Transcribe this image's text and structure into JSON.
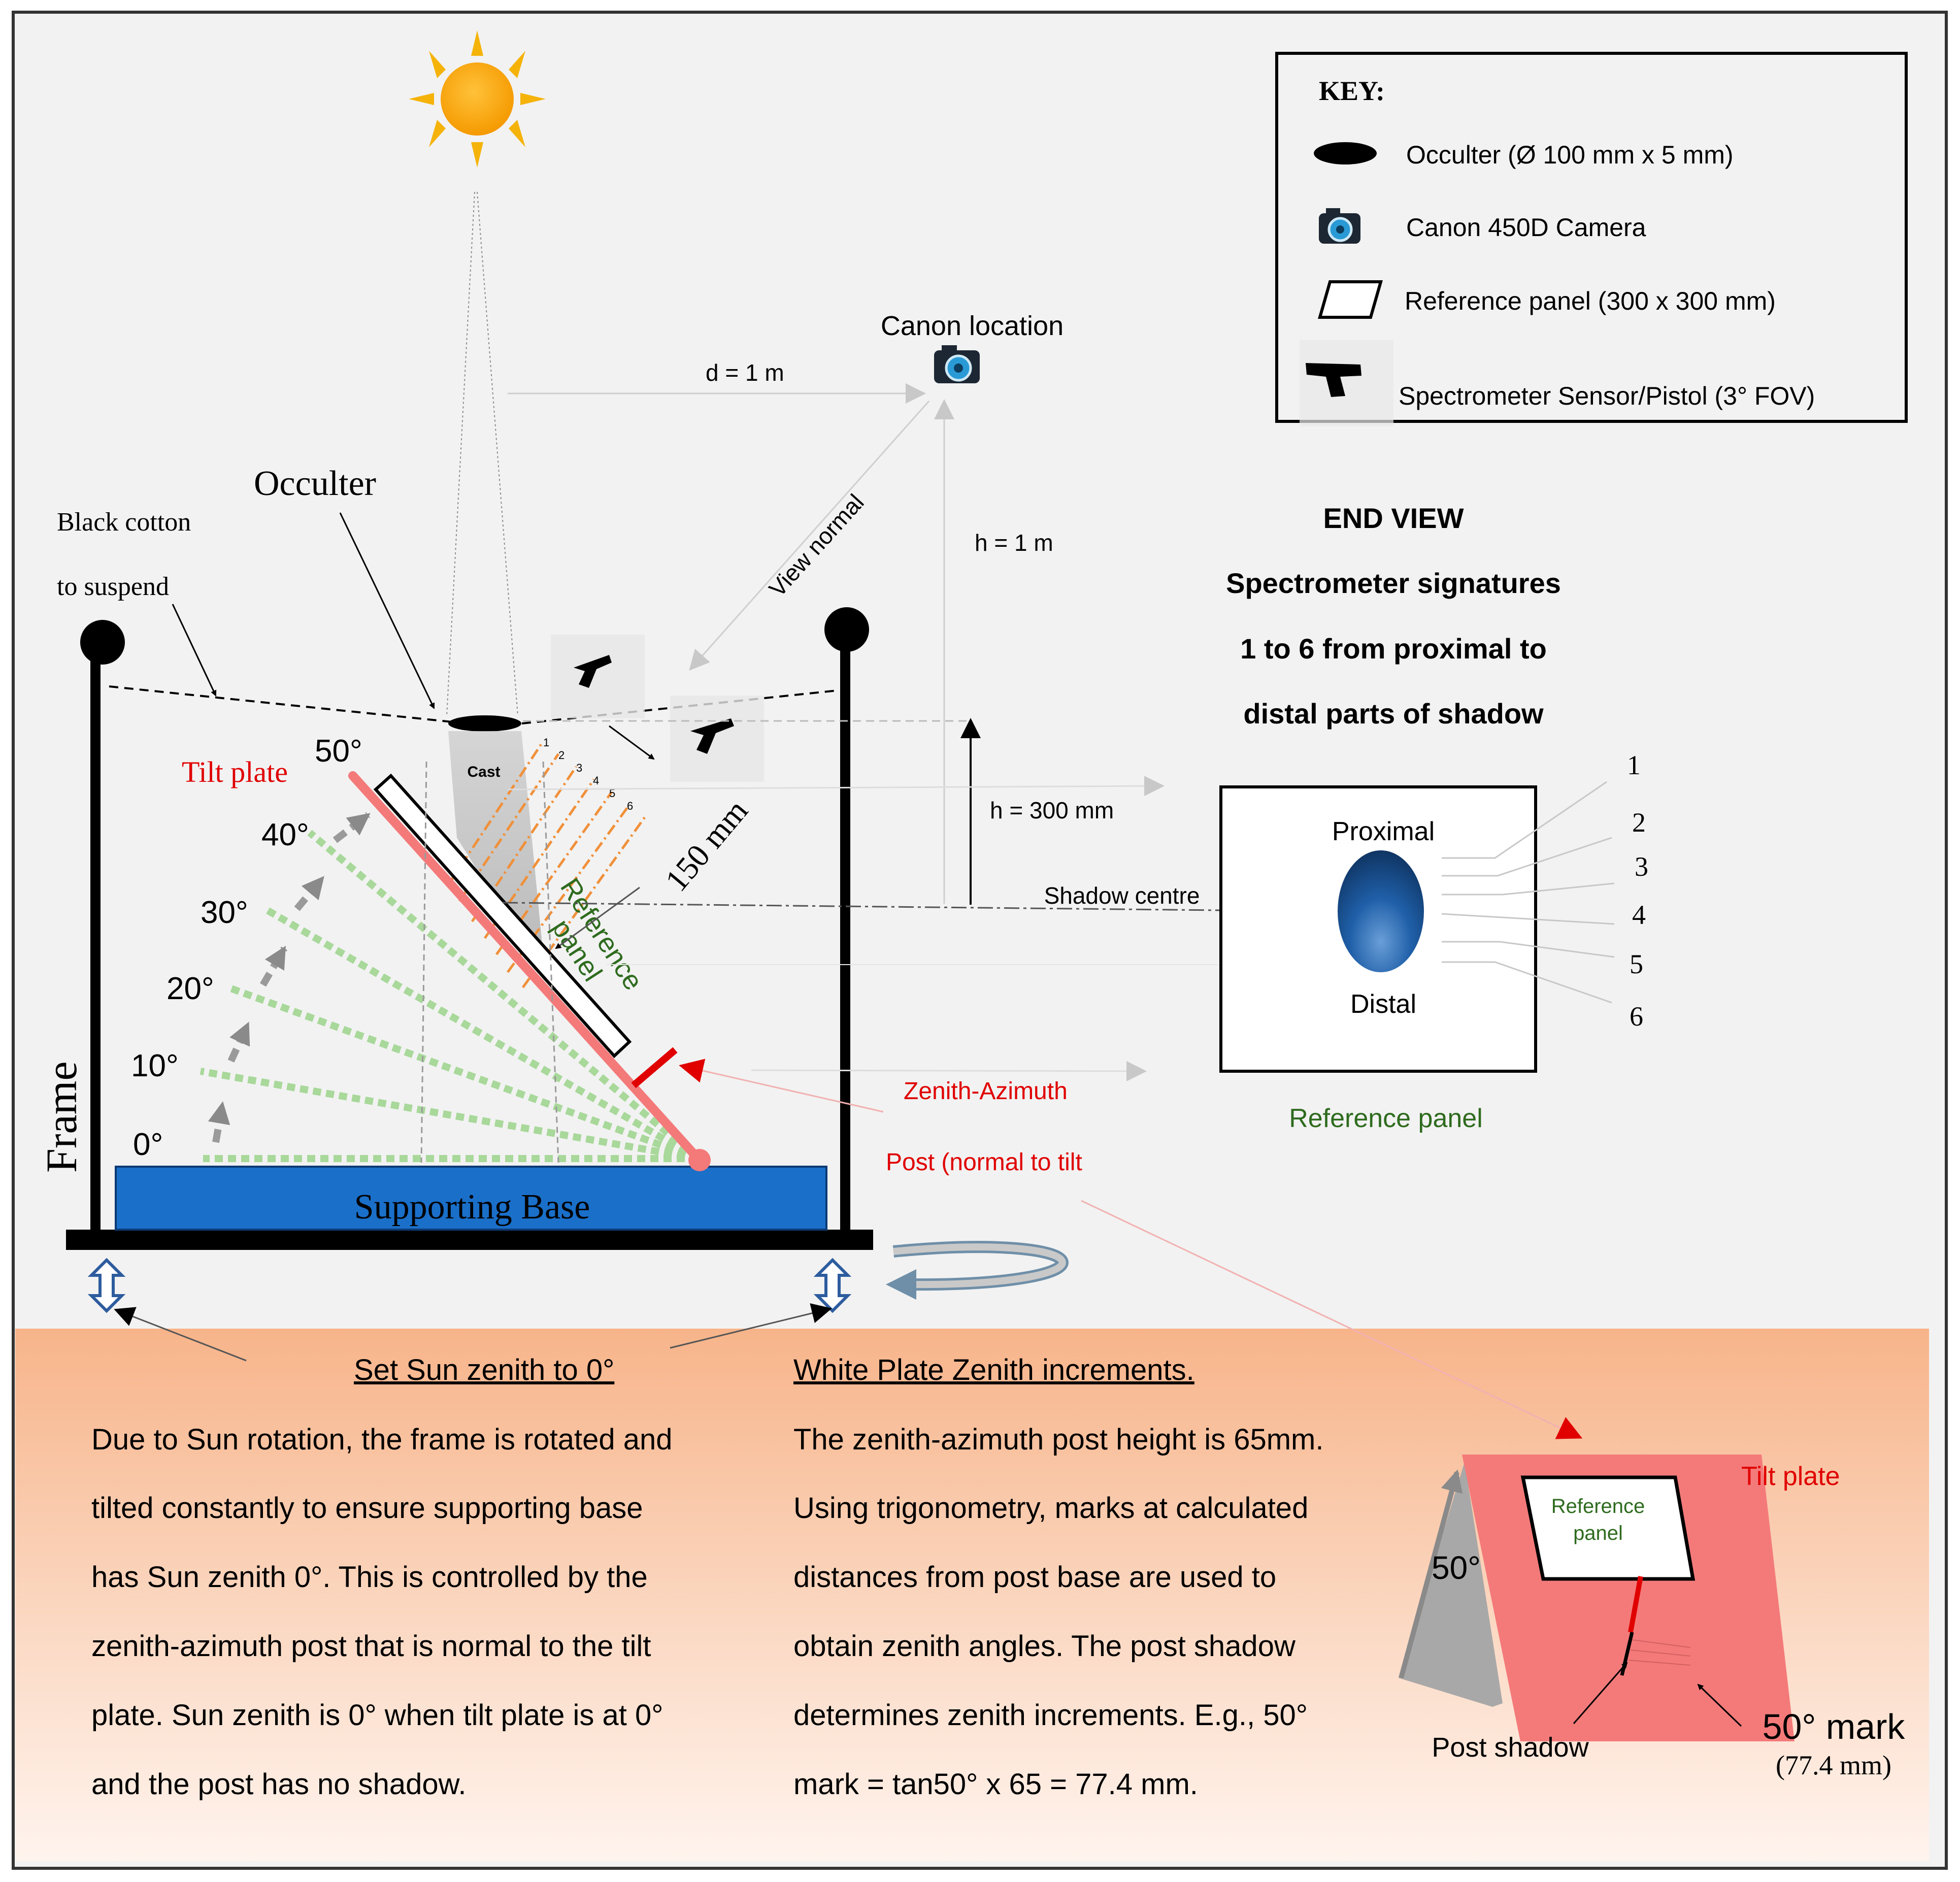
{
  "sun": {
    "icon": "sun-icon"
  },
  "labels": {
    "occulter": "Occulter",
    "black_cotton_1": "Black cotton",
    "black_cotton_2": "to suspend",
    "tilt_plate": "Tilt plate",
    "cast": "Cast",
    "frame": "Frame",
    "supporting_base": "Supporting Base",
    "reference_panel_1": "Reference",
    "reference_panel_2": "panel",
    "dist_150": "150 mm",
    "d_1m": "d = 1 m",
    "canon_location": "Canon location",
    "view_normal": "View normal",
    "h_1m": "h = 1 m",
    "h_300": "h = 300 mm",
    "shadow_centre": "Shadow centre",
    "zenith_azimuth": "Zenith-Azimuth",
    "post_normal": "Post (normal to tilt"
  },
  "angles": [
    "0°",
    "10°",
    "20°",
    "30°",
    "40°",
    "50°"
  ],
  "key": {
    "title": "KEY:",
    "items": [
      {
        "icon": "occulter-icon",
        "label": "Occulter (Ø 100 mm x 5 mm)"
      },
      {
        "icon": "camera-icon",
        "label": "Canon 450D Camera"
      },
      {
        "icon": "reference-panel-icon",
        "label": "Reference panel (300 x 300 mm)"
      },
      {
        "icon": "pistol-icon",
        "label": "Spectrometer Sensor/Pistol (3° FOV)"
      }
    ]
  },
  "end_view": {
    "lines": [
      "END VIEW",
      "Spectrometer signatures",
      "1 to 6 from proximal to",
      "distal parts of shadow"
    ],
    "proximal": "Proximal",
    "distal": "Distal",
    "caption": "Reference panel",
    "numbers": [
      "1",
      "2",
      "3",
      "4",
      "5",
      "6"
    ]
  },
  "bottom": {
    "left_heading": "Set Sun zenith to 0°",
    "left_lines": [
      "Due to Sun rotation, the frame is rotated and",
      "tilted constantly to ensure supporting base",
      "has Sun zenith 0°. This is controlled by the",
      "zenith-azimuth post that is normal to the tilt",
      "plate. Sun zenith is 0° when tilt plate is at 0°",
      "and the post has no shadow."
    ],
    "right_heading": "White Plate Zenith increments.",
    "right_lines": [
      "The zenith-azimuth post height is 65mm.",
      "Using trigonometry, marks at calculated",
      "distances from post base are used to",
      "obtain zenith angles. The post shadow",
      "determines zenith increments. E.g., 50°",
      "mark = tan50° x 65 = 77.4 mm."
    ],
    "inset": {
      "tilt_plate": "Tilt plate",
      "reference_1": "Reference",
      "reference_2": "panel",
      "angle": "50°",
      "post_shadow": "Post shadow",
      "mark": "50° mark",
      "mark_value": "(77.4 mm)"
    }
  },
  "colors": {
    "tilt_plate": "#f47a7a",
    "supporting_base": "#1a6fc9",
    "angle_dots": "#a8d89a",
    "red_text": "#e00000",
    "green_text": "#2e6b1e",
    "orange_rays": "#f0903a"
  }
}
